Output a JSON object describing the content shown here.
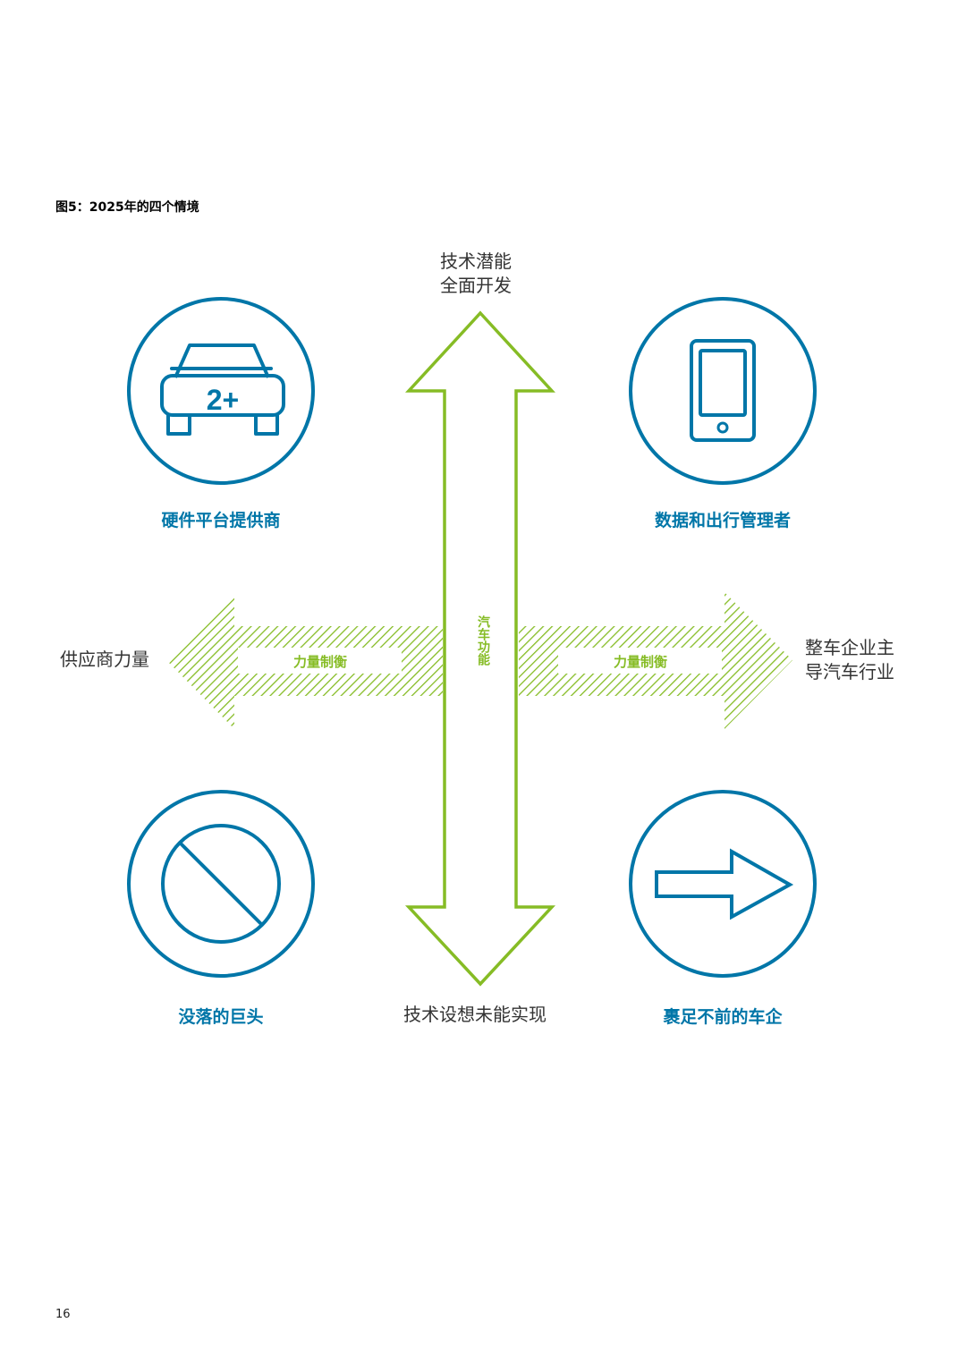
{
  "figure": {
    "title": "图5：2025年的四个情境",
    "page_number": "16"
  },
  "axes": {
    "top": "技术潜能\n全面开发",
    "bottom": "技术设想未能实现",
    "left": "供应商力量",
    "right": "整车企业主\n导汽车行业",
    "vertical_arrow_label": "汽车功能",
    "horizontal_arrow_label_left": "力量制衡",
    "horizontal_arrow_label_right": "力量制衡"
  },
  "scenarios": {
    "top_left": {
      "label": "硬件平台提供商",
      "icon": "car-icon",
      "icon_text": "2+"
    },
    "top_right": {
      "label": "数据和出行管理者",
      "icon": "smartphone-icon"
    },
    "bottom_left": {
      "label": "没落的巨头",
      "icon": "prohibited-icon"
    },
    "bottom_right": {
      "label": "裹足不前的车企",
      "icon": "right-arrow-icon"
    }
  },
  "colors": {
    "blue": "#0076a8",
    "green": "#86bc25",
    "text": "#333333"
  }
}
